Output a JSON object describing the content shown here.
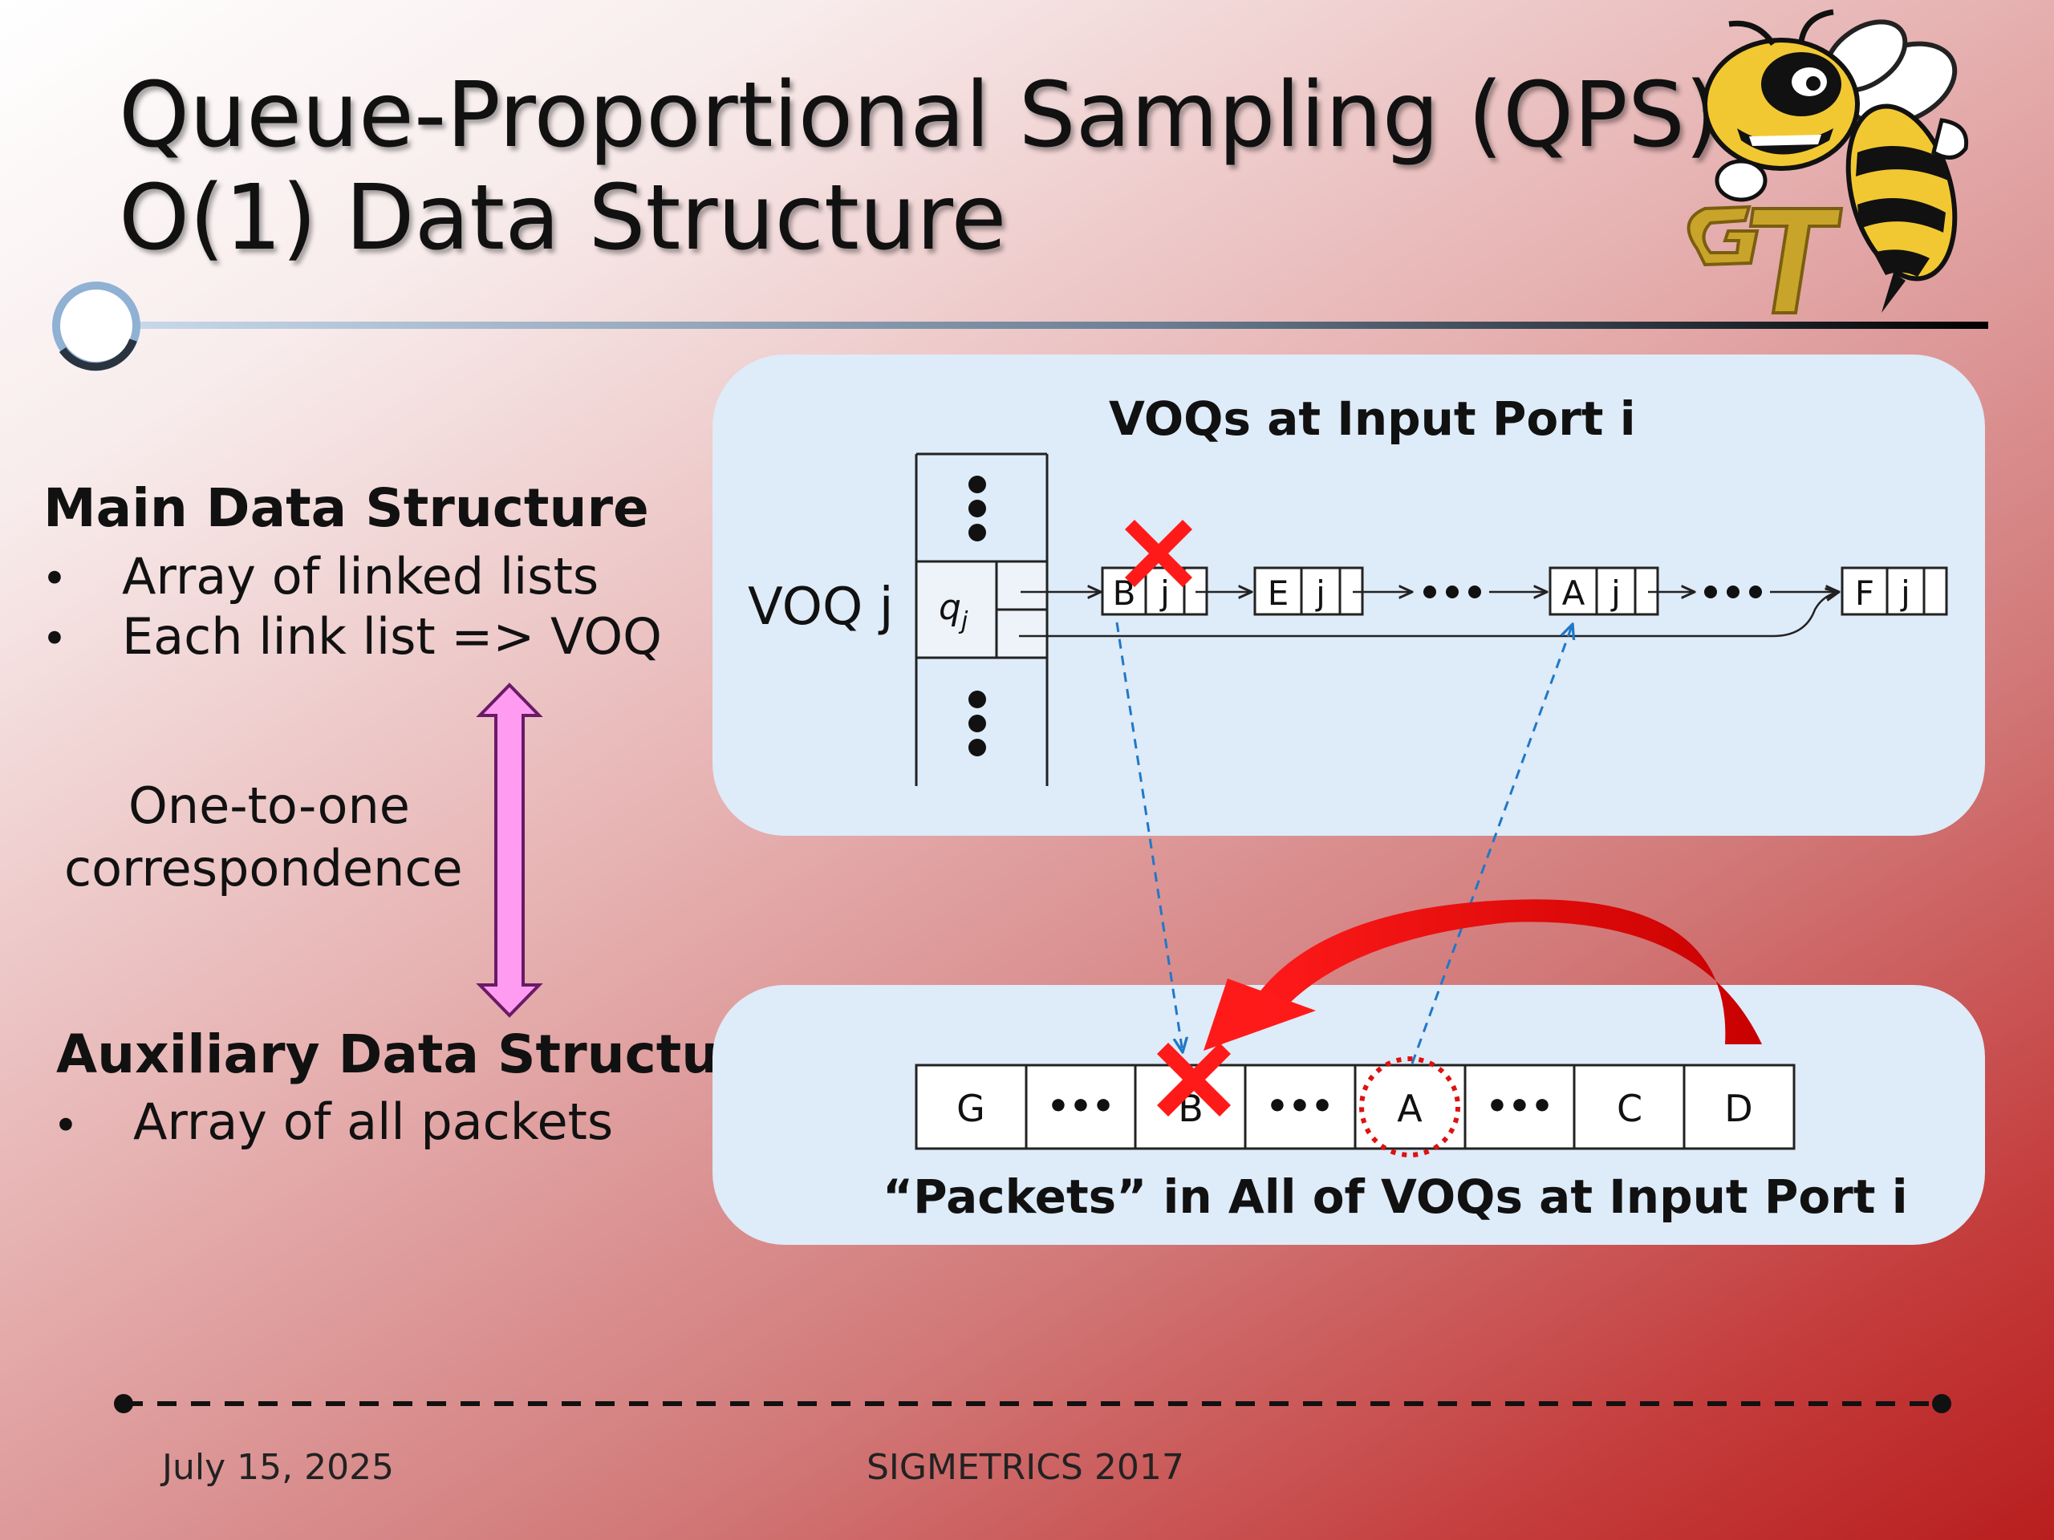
{
  "slide": {
    "title_line1": "Queue-Proportional Sampling (QPS):",
    "title_line2": "O(1) Data Structure",
    "footer_date": "July 15, 2025",
    "footer_event": "SIGMETRICS 2017",
    "colors": {
      "accent_red": "#ff0000",
      "panel_fill": "#deebf8",
      "link_blue": "#1f78c8",
      "arrow_pink": "#ff9cf2"
    }
  },
  "left": {
    "main_heading": "Main Data Structure",
    "main_bullets": [
      "Array of linked lists",
      "Each link list => VOQ"
    ],
    "correspondence_line1": "One-to-one",
    "correspondence_line2": "correspondence",
    "aux_heading": "Auxiliary Data Structure",
    "aux_bullets": [
      "Array of all packets"
    ],
    "bullet_char": "•"
  },
  "voq_panel": {
    "title": "VOQs at Input Port i",
    "voq_label": "VOQ j",
    "queue_symbol": "q",
    "queue_subscript": "j",
    "list_nodes": [
      {
        "packet": "B",
        "queue": "j",
        "removed": true
      },
      {
        "packet": "E",
        "queue": "j",
        "removed": false
      },
      {
        "packet": "A",
        "queue": "j",
        "removed": false
      },
      {
        "packet": "F",
        "queue": "j",
        "removed": false
      }
    ]
  },
  "aux_panel": {
    "title": "“Packets” in All of VOQs at Input Port i",
    "cells": [
      "G",
      "•••",
      "B",
      "•••",
      "A",
      "•••",
      "C",
      "D"
    ],
    "removed_cell": "B",
    "highlighted_cell": "A"
  },
  "icons": [
    "yellow-jacket-mascot-icon",
    "gt-logo-icon",
    "red-x-icon",
    "double-arrow-icon",
    "curved-arrow-icon"
  ]
}
